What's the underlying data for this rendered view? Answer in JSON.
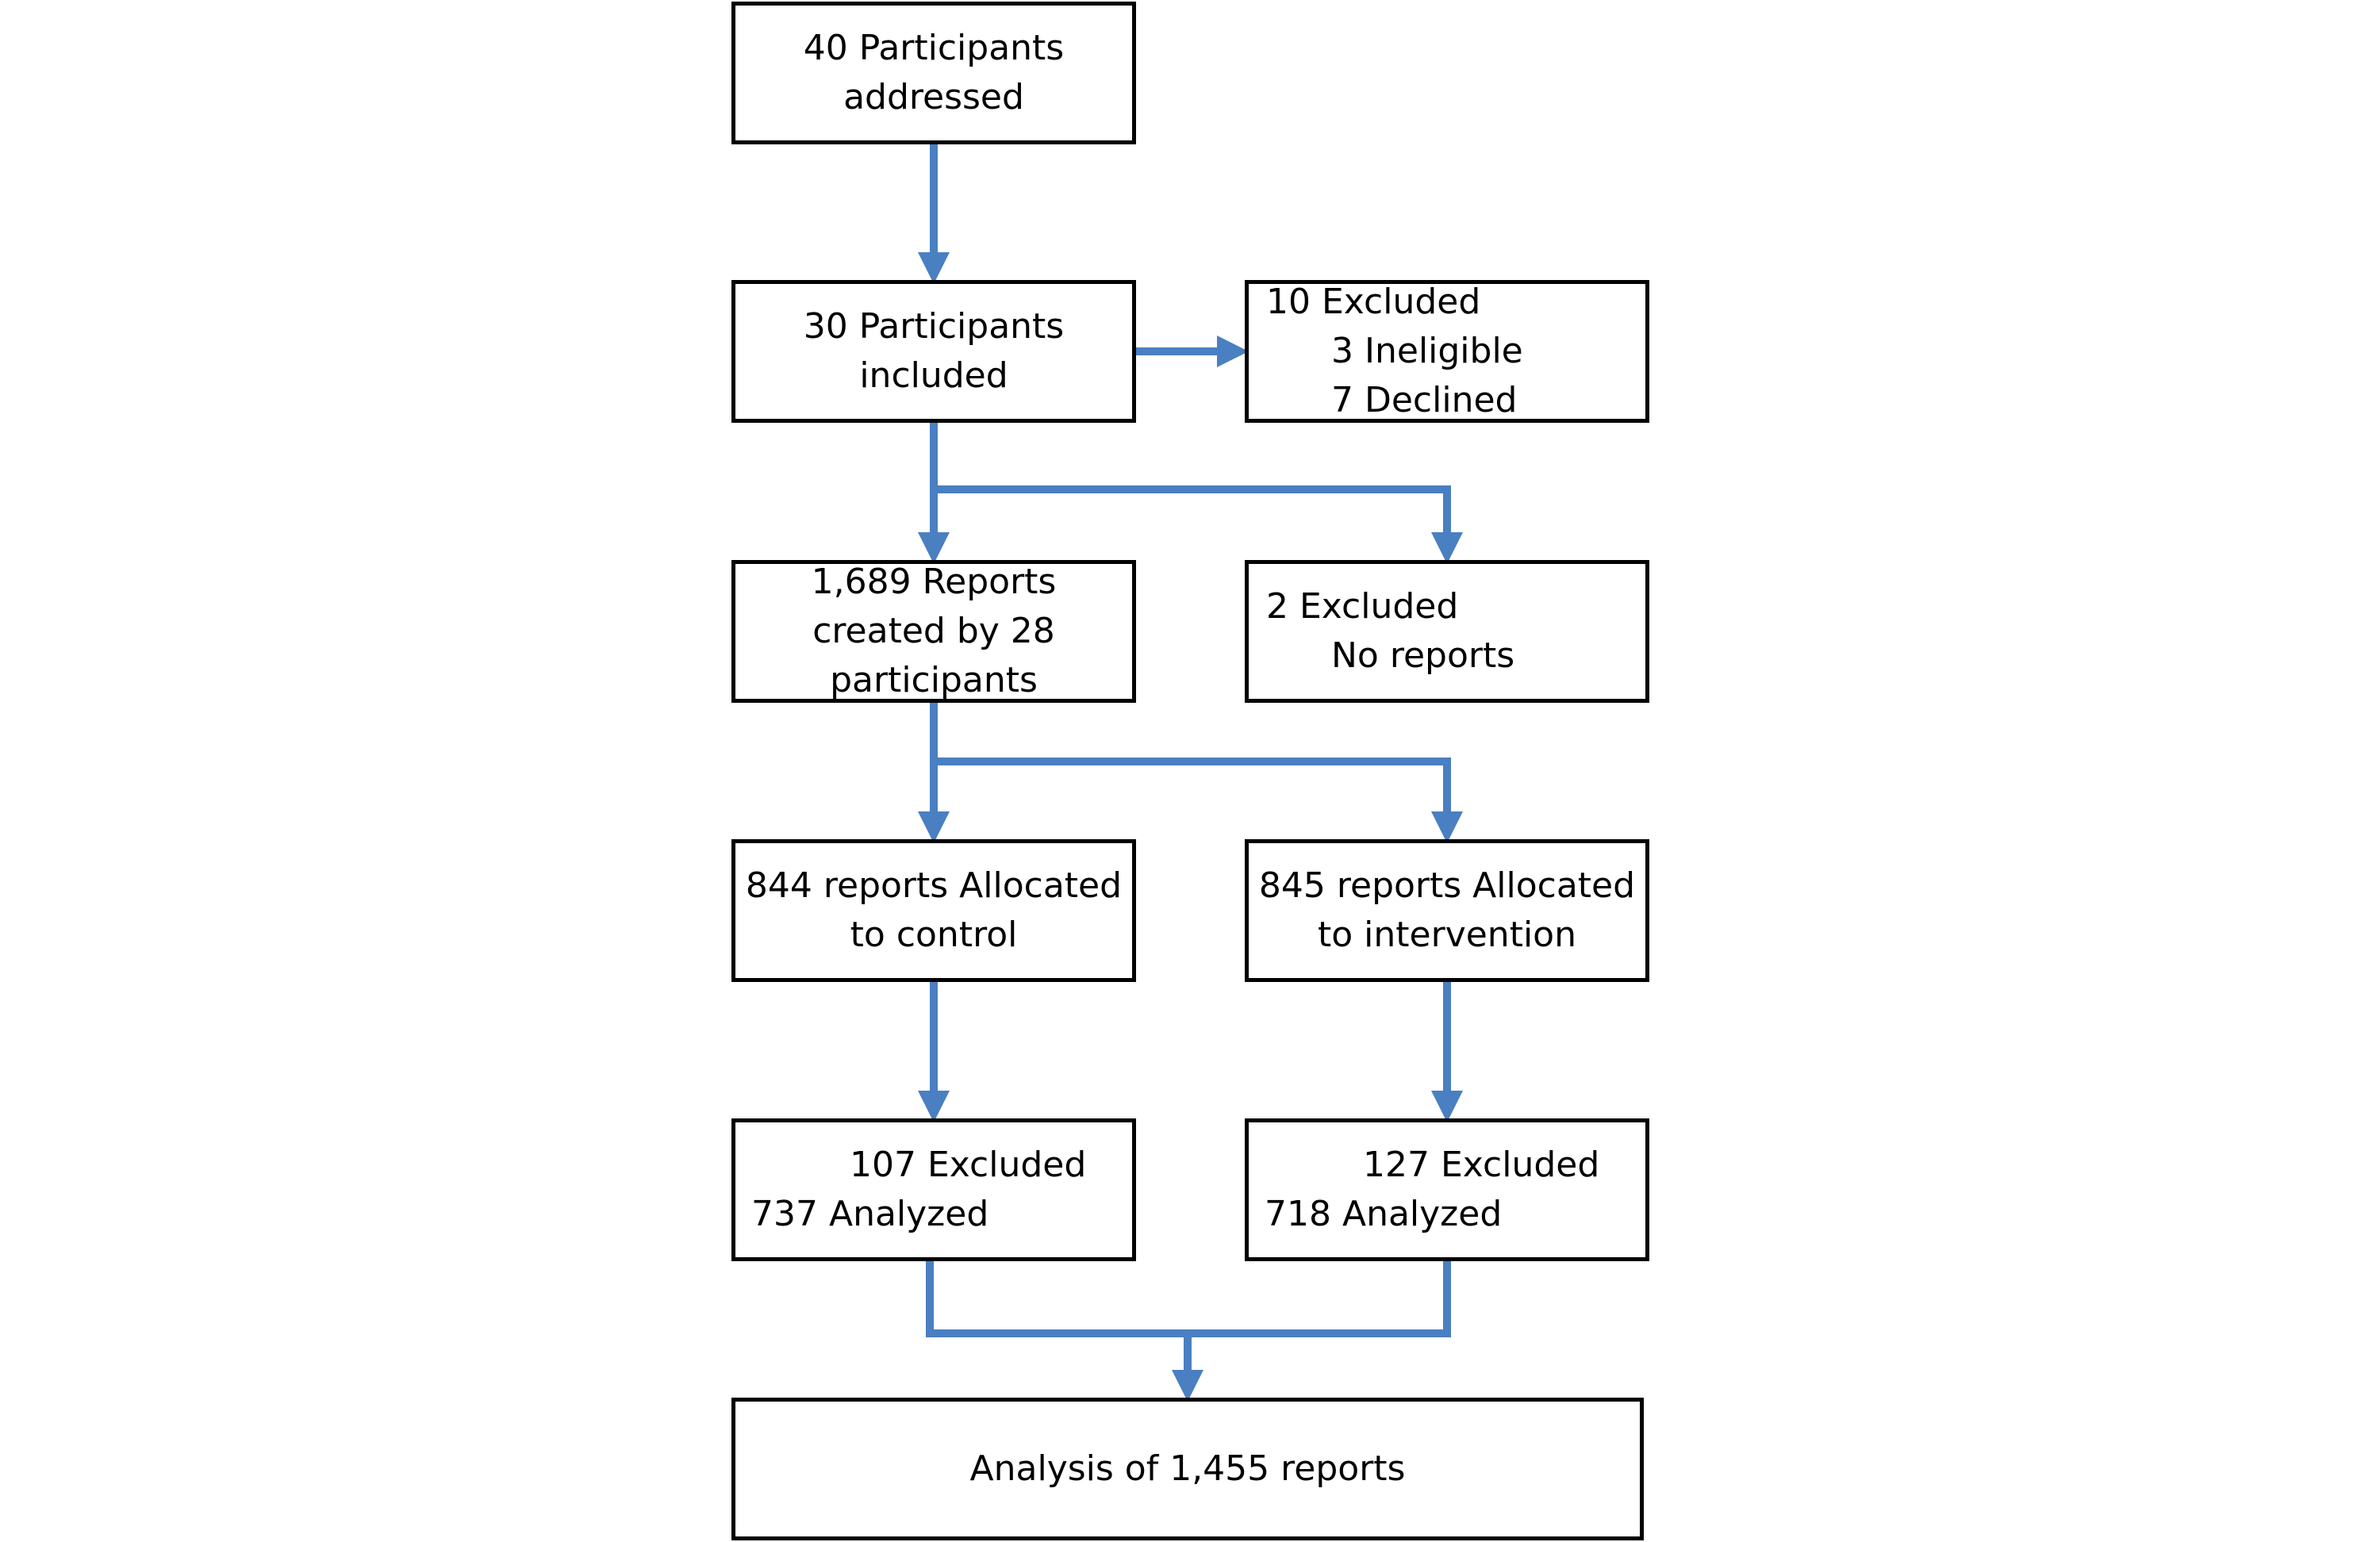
{
  "colors": {
    "arrow": "#4a7fc1",
    "box_border": "#000000",
    "text": "#000000"
  },
  "flowchart": {
    "addressed": {
      "line1": "40 Participants",
      "line2": "addressed"
    },
    "included": {
      "line1": "30 Participants",
      "line2": "included"
    },
    "excluded_participants": {
      "line1": "10 Excluded",
      "line2": "3 Ineligible",
      "line3": "7 Declined"
    },
    "reports_created": {
      "line1": "1,689 Reports",
      "line2": "created by 28",
      "line3": "participants"
    },
    "excluded_no_reports": {
      "line1": "2 Excluded",
      "line2": "No reports"
    },
    "allocated_control": {
      "line1": "844 reports Allocated",
      "line2": "to control"
    },
    "allocated_intervention": {
      "line1": "845 reports Allocated",
      "line2": "to intervention"
    },
    "control_outcome": {
      "line1": "107 Excluded",
      "line2": "737 Analyzed"
    },
    "intervention_outcome": {
      "line1": "127 Excluded",
      "line2": "718 Analyzed"
    },
    "analysis": {
      "line1": "Analysis of 1,455 reports"
    }
  }
}
